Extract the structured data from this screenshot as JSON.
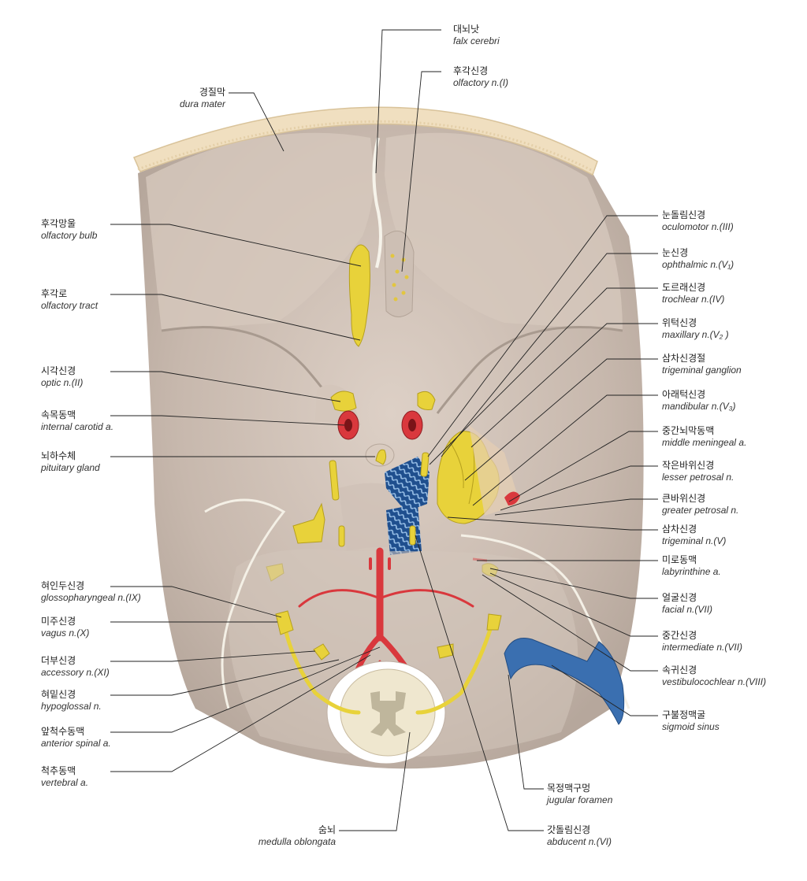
{
  "labels": {
    "falx_cerebri": {
      "kr": "대뇌낫",
      "en": "falx cerebri"
    },
    "olfactory_n": {
      "kr": "후각신경",
      "en": "olfactory n.(I)"
    },
    "dura_mater": {
      "kr": "경질막",
      "en": "dura mater"
    },
    "olfactory_bulb": {
      "kr": "후각망울",
      "en": "olfactory bulb"
    },
    "olfactory_tract": {
      "kr": "후각로",
      "en": "olfactory tract"
    },
    "optic_n": {
      "kr": "시각신경",
      "en": "optic n.(II)"
    },
    "internal_carotid": {
      "kr": "속목동맥",
      "en": "internal carotid a."
    },
    "pituitary": {
      "kr": "뇌하수체",
      "en": "pituitary gland"
    },
    "glossopharyngeal": {
      "kr": "혀인두신경",
      "en": "glossopharyngeal n.(IX)"
    },
    "vagus": {
      "kr": "미주신경",
      "en": "vagus n.(X)"
    },
    "accessory": {
      "kr": "더부신경",
      "en": "accessory n.(XI)"
    },
    "hypoglossal": {
      "kr": "혀밑신경",
      "en": "hypoglossal n."
    },
    "anterior_spinal": {
      "kr": "앞척수동맥",
      "en": "anterior spinal a."
    },
    "vertebral": {
      "kr": "척추동맥",
      "en": "vertebral a."
    },
    "medulla": {
      "kr": "숨뇌",
      "en": "medulla oblongata"
    },
    "oculomotor": {
      "kr": "눈돌림신경",
      "en": "oculomotor n.(III)"
    },
    "ophthalmic": {
      "kr": "눈신경",
      "en": "ophthalmic n.(V₁)"
    },
    "trochlear": {
      "kr": "도르래신경",
      "en": "trochlear n.(IV)"
    },
    "maxillary": {
      "kr": "위턱신경",
      "en": "maxillary n.(V₂ )"
    },
    "trigeminal_ganglion": {
      "kr": "삼차신경절",
      "en": "trigeminal ganglion"
    },
    "mandibular": {
      "kr": "아래턱신경",
      "en": "mandibular n.(V₃)"
    },
    "middle_meningeal": {
      "kr": "중간뇌막동맥",
      "en": "middle meningeal a."
    },
    "lesser_petrosal": {
      "kr": "작은바위신경",
      "en": "lesser petrosal n."
    },
    "greater_petrosal": {
      "kr": "큰바위신경",
      "en": "greater petrosal n."
    },
    "trigeminal_n": {
      "kr": "삼차신경",
      "en": "trigeminal n.(V)"
    },
    "labyrinthine": {
      "kr": "미로동맥",
      "en": "labyrinthine a."
    },
    "facial": {
      "kr": "얼굴신경",
      "en": "facial n.(VII)"
    },
    "intermediate": {
      "kr": "중간신경",
      "en": "intermediate n.(VII)"
    },
    "vestibulocochlear": {
      "kr": "속귀신경",
      "en": "vestibulocochlear n.(VIII)"
    },
    "sigmoid_sinus": {
      "kr": "구불정맥굴",
      "en": "sigmoid sinus"
    },
    "jugular_foramen": {
      "kr": "목정맥구멍",
      "en": "jugular foramen"
    },
    "abducent": {
      "kr": "갓돌림신경",
      "en": "abducent n.(VI)"
    }
  },
  "colors": {
    "bone": "#c9b9ae",
    "bone_light": "#dccdc2",
    "skull_rim": "#f0dfc0",
    "nerve": "#e8d23a",
    "artery": "#d9383d",
    "vein": "#3a6fb0",
    "medulla": "#efe7cf",
    "line": "#222222"
  }
}
